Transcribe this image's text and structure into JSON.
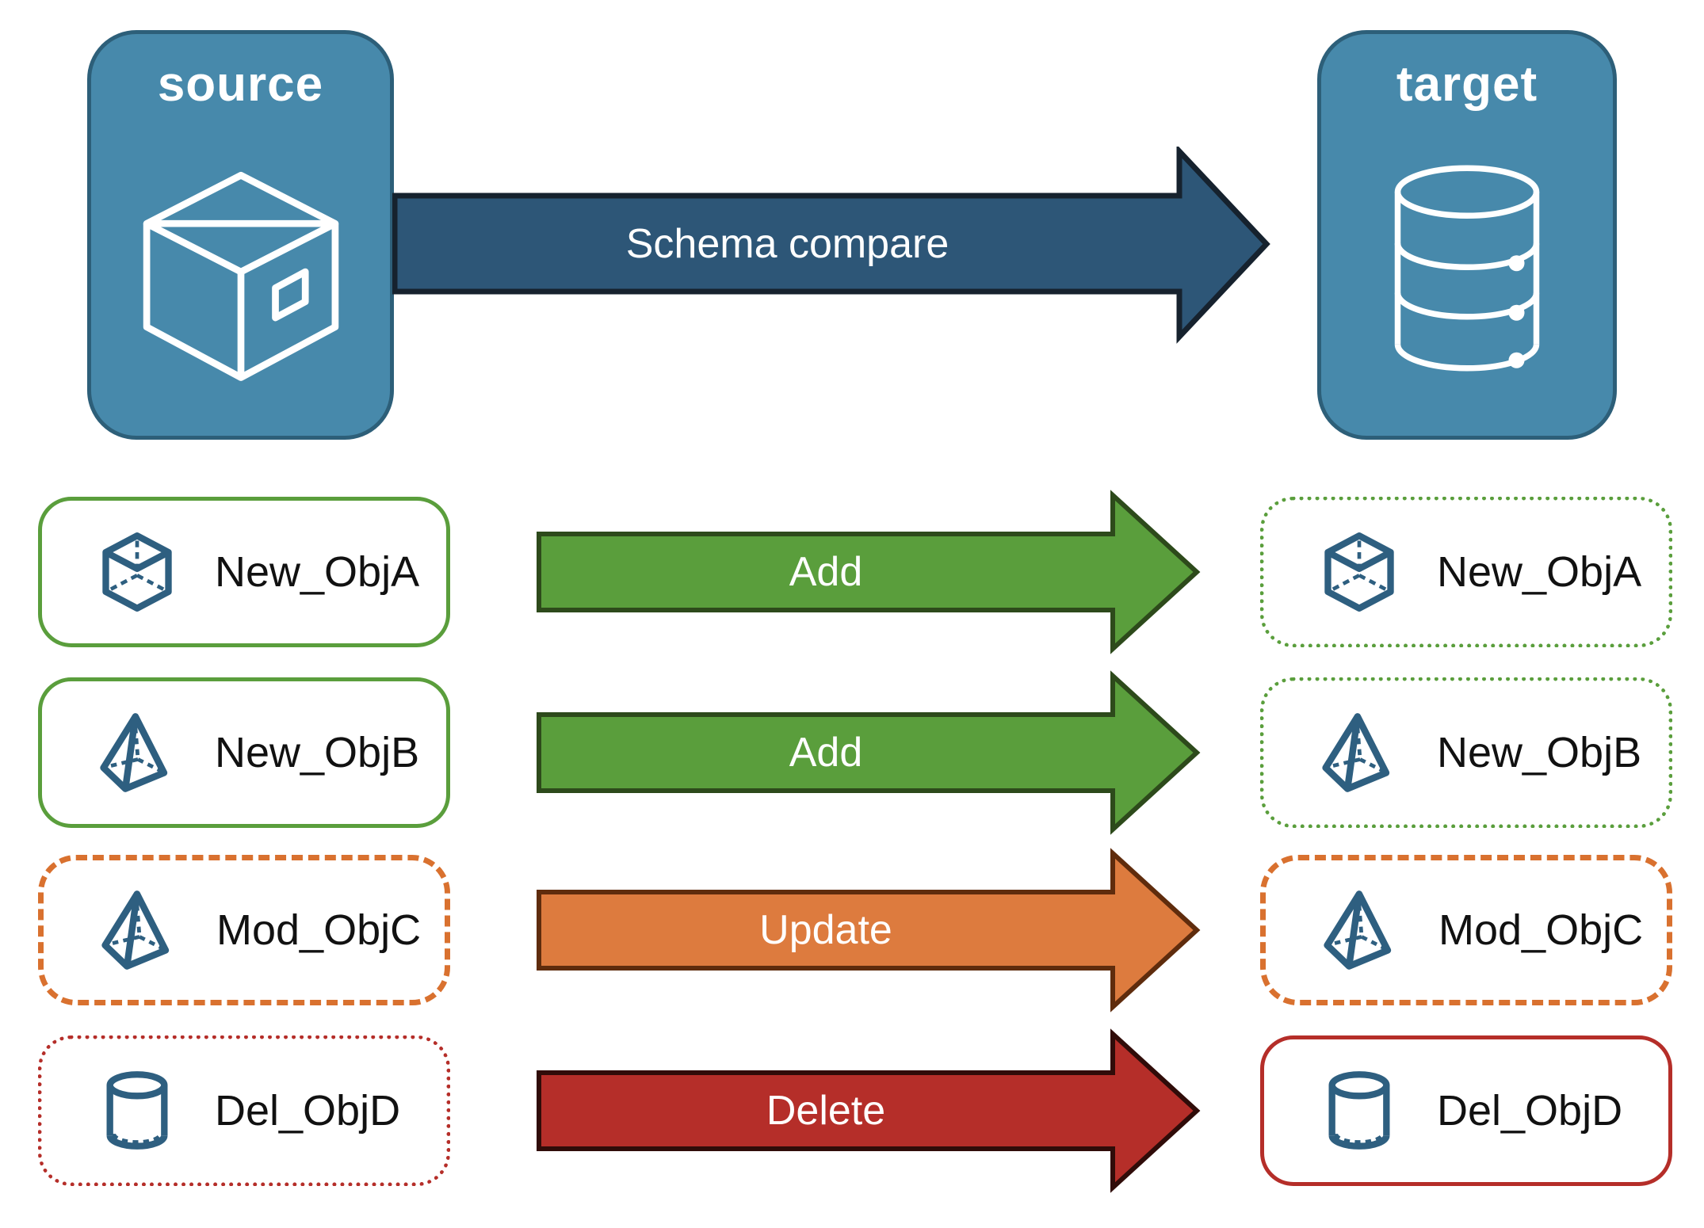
{
  "palette": {
    "panel_blue": "#4789AB",
    "panel_blue_border": "#2D5F79",
    "icon_blue": "#2E5F80",
    "navy_arrow": "#2D5677",
    "navy_arrow_border": "#16222E",
    "green": "#5A9E3C",
    "green_arrow_border": "#2D4A1B",
    "orange_arrow": "#DD7B3E",
    "orange_arrow_border": "#5F2C0D",
    "orange_border": "#D9712F",
    "red": "#B52E29",
    "red_arrow_border": "#300C09",
    "label_dark": "#111111",
    "label_light": "#FFFFFF"
  },
  "source_panel": {
    "label": "source",
    "icon": "package-box"
  },
  "target_panel": {
    "label": "target",
    "icon": "database-stack"
  },
  "compare_arrow": {
    "label": "Schema compare"
  },
  "rows": [
    {
      "object": "New_ObjA",
      "icon": "cube",
      "action": "Add",
      "source_card_style": "solid-green",
      "target_card_style": "dotted-green"
    },
    {
      "object": "New_ObjB",
      "icon": "pyramid",
      "action": "Add",
      "source_card_style": "solid-green",
      "target_card_style": "dotted-green"
    },
    {
      "object": "Mod_ObjC",
      "icon": "pyramid",
      "action": "Update",
      "source_card_style": "dashed-orange",
      "target_card_style": "dashed-orange"
    },
    {
      "object": "Del_ObjD",
      "icon": "cylinder",
      "action": "Delete",
      "source_card_style": "dotted-red",
      "target_card_style": "solid-red"
    }
  ]
}
